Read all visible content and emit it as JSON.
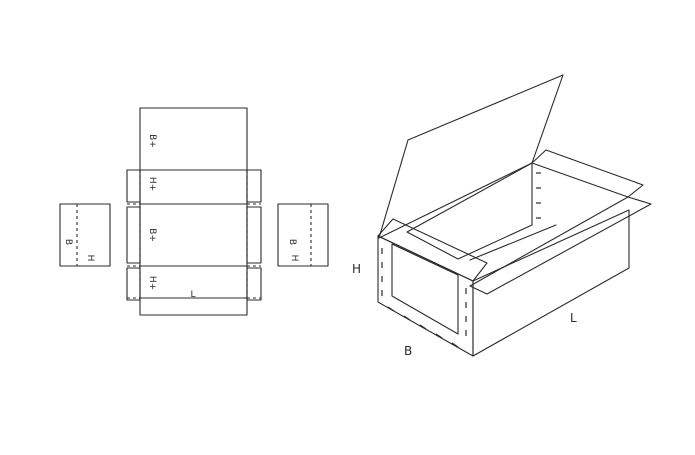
{
  "flat_layout": {
    "lid_label": "B+",
    "flap_label_1": "H+",
    "bottom_label": "B+",
    "flap_label_2": "H+",
    "length_label": "L",
    "left_end_b": "B",
    "left_end_h": "H",
    "right_end_b": "B",
    "right_end_h": "H"
  },
  "box_view": {
    "height_label": "H",
    "width_label": "B",
    "length_label": "L"
  }
}
